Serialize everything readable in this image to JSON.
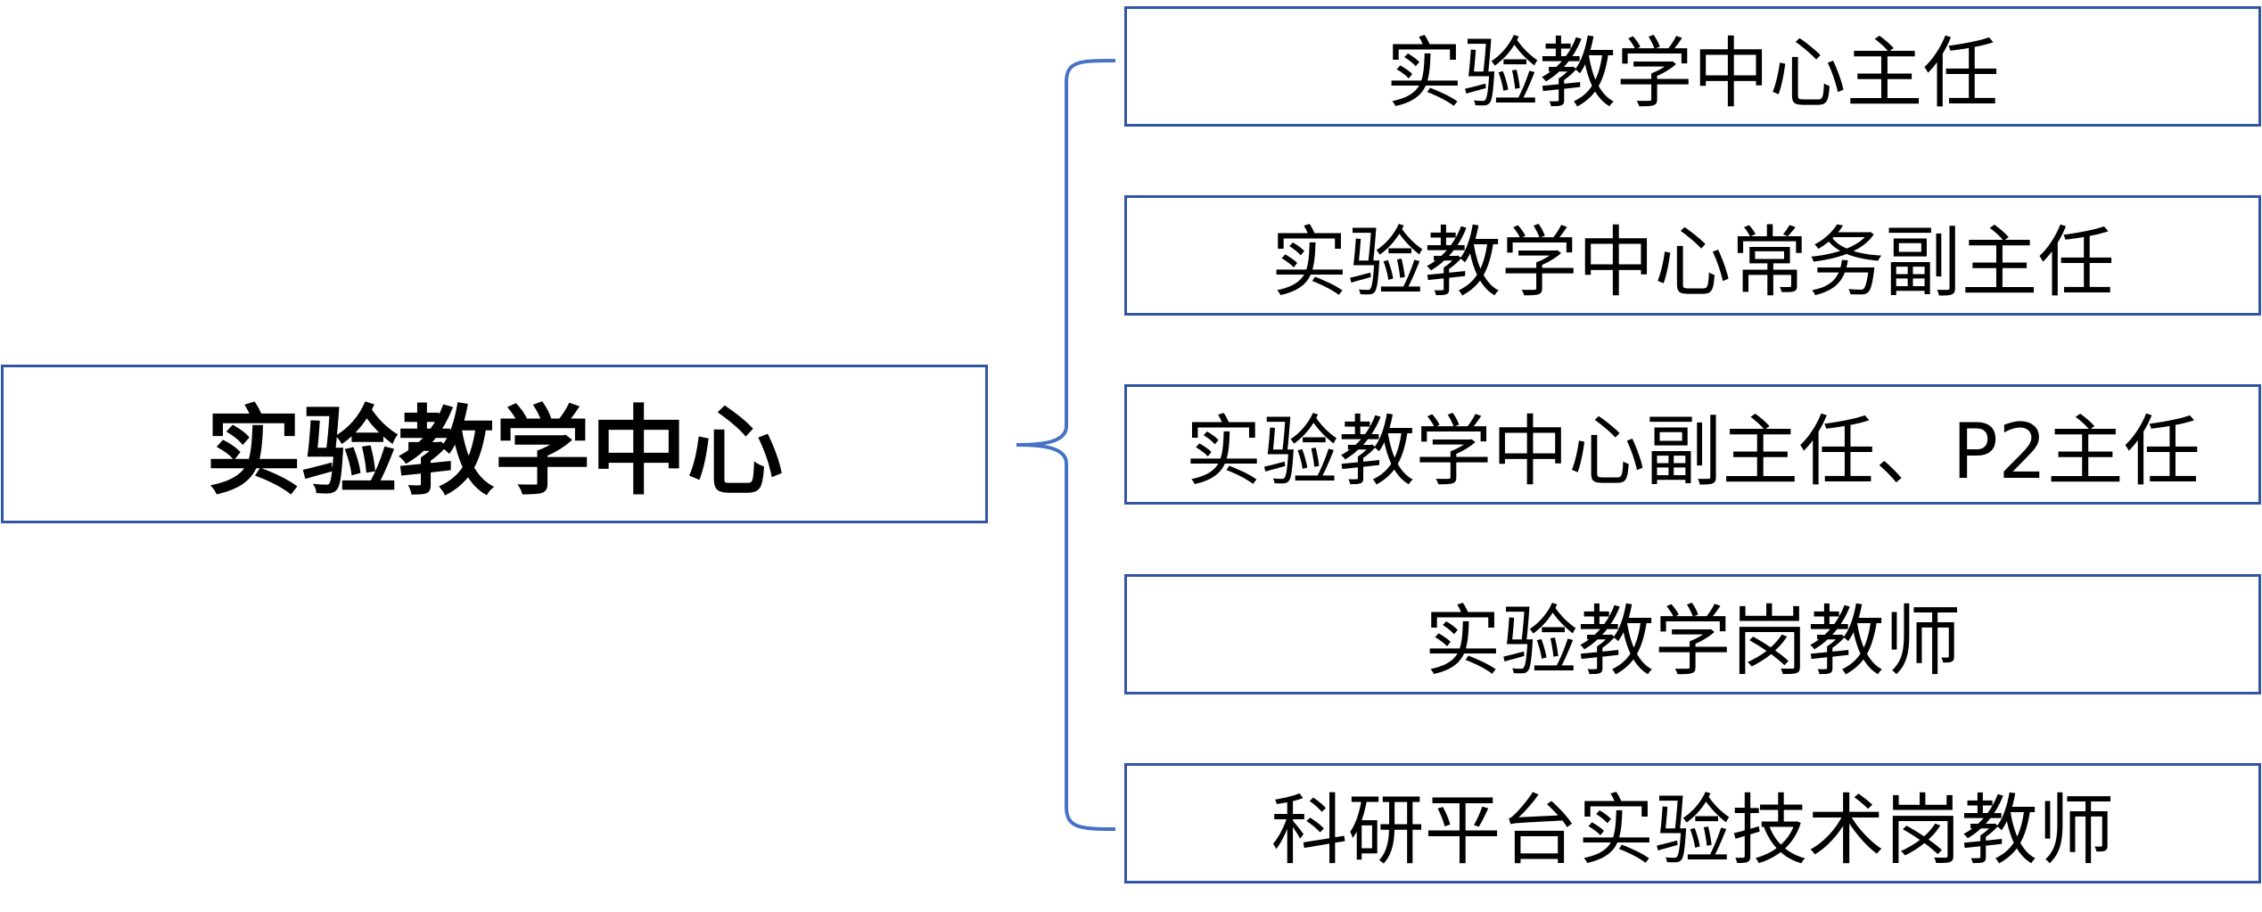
{
  "colors": {
    "border": "#2f55a4",
    "bracket": "#4472c4",
    "text": "#000000",
    "background": "#ffffff"
  },
  "root": {
    "label": "实验教学中心"
  },
  "children": [
    {
      "label": "实验教学中心主任"
    },
    {
      "label": "实验教学中心常务副主任"
    },
    {
      "label": "实验教学中心副主任、P2主任"
    },
    {
      "label": "实验教学岗教师"
    },
    {
      "label": "科研平台实验技术岗教师"
    }
  ]
}
